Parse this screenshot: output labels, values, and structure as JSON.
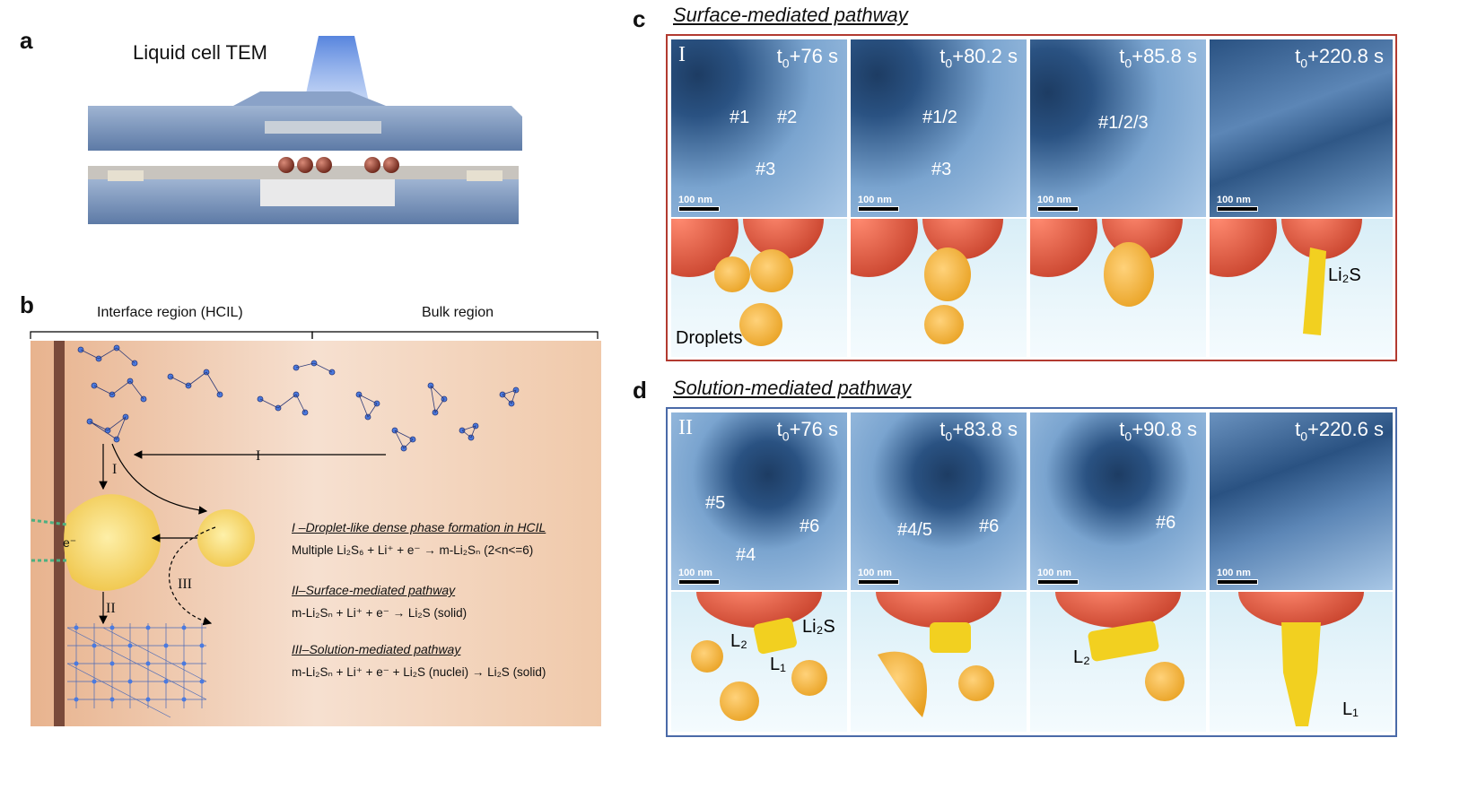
{
  "panel_a": {
    "letter": "a",
    "title": "Liquid cell TEM"
  },
  "panel_b": {
    "letter": "b",
    "region_interface": "Interface region (HCIL)",
    "region_bulk": "Bulk region",
    "arrow_I_top": "I",
    "arrow_I_down": "I",
    "arrow_II": "II",
    "arrow_III": "III",
    "electron": "e⁻",
    "eq1_heading": "I –Droplet-like dense phase formation in HCIL",
    "eq1": "Multiple Li₂S₆ + Li⁺ + e⁻ → m-Li₂Sₙ (2<n<=6)",
    "eq2_heading": "II–Surface-mediated pathway",
    "eq2": "m-Li₂Sₙ + Li⁺ + e⁻ → Li₂S (solid)",
    "eq3_heading": "III–Solution-mediated pathway",
    "eq3": "m-Li₂Sₙ + Li⁺ + e⁻ + Li₂S (nuclei) → Li₂S (solid)"
  },
  "panel_c": {
    "letter": "c",
    "title": "Surface-mediated pathway",
    "roman": "I",
    "scale": "100 nm",
    "times": [
      "+76 s",
      "+80.2 s",
      "+85.8 s",
      "+220.8 s"
    ],
    "labels": {
      "f1_a": "#1",
      "f1_b": "#2",
      "f1_c": "#3",
      "f2_a": "#1/2",
      "f2_b": "#3",
      "f3_a": "#1/2/3"
    },
    "droplets": "Droplets",
    "li2s": "Li₂S"
  },
  "panel_d": {
    "letter": "d",
    "title": "Solution-mediated pathway",
    "roman": "II",
    "scale": "100 nm",
    "times": [
      "+76 s",
      "+83.8 s",
      "+90.8 s",
      "+220.6 s"
    ],
    "labels": {
      "f1_a": "#5",
      "f1_b": "#6",
      "f1_c": "#4",
      "f2_a": "#4/5",
      "f2_b": "#6",
      "f3_a": "#6"
    },
    "li2s": "Li₂S",
    "l2": "L₂",
    "l1": "L₁"
  }
}
